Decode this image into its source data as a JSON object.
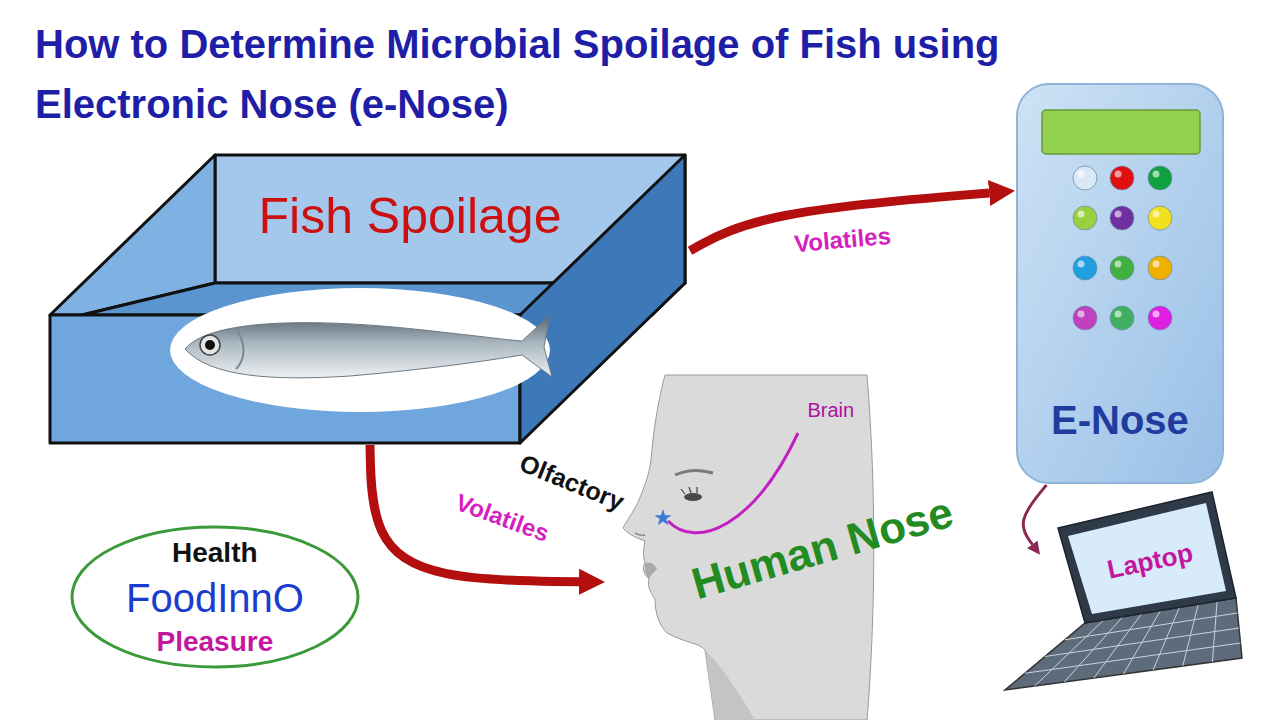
{
  "diagram": {
    "title": "How to Determine Microbial Spoilage of Fish using Electronic Nose (e-Nose)",
    "nodes": [
      {
        "text": [
          "Fish Spoilage"
        ]
      },
      {
        "text": [
          "E-Nose"
        ]
      },
      {
        "text": [
          "Human Nose"
        ]
      },
      {
        "text": [
          "Laptop"
        ]
      },
      {
        "text": [
          "Health",
          "FoodInnO",
          "Pleasure"
        ]
      }
    ],
    "edges": [
      {
        "from": 0,
        "to": 1,
        "label": "Volatiles",
        "arrow": "to"
      },
      {
        "from": 0,
        "to": 2,
        "label": "Volatiles",
        "arrow": "to"
      },
      {
        "from": 1,
        "to": 3,
        "arrow": "to"
      }
    ],
    "labels": [
      "Olfactory",
      "Brain"
    ]
  }
}
